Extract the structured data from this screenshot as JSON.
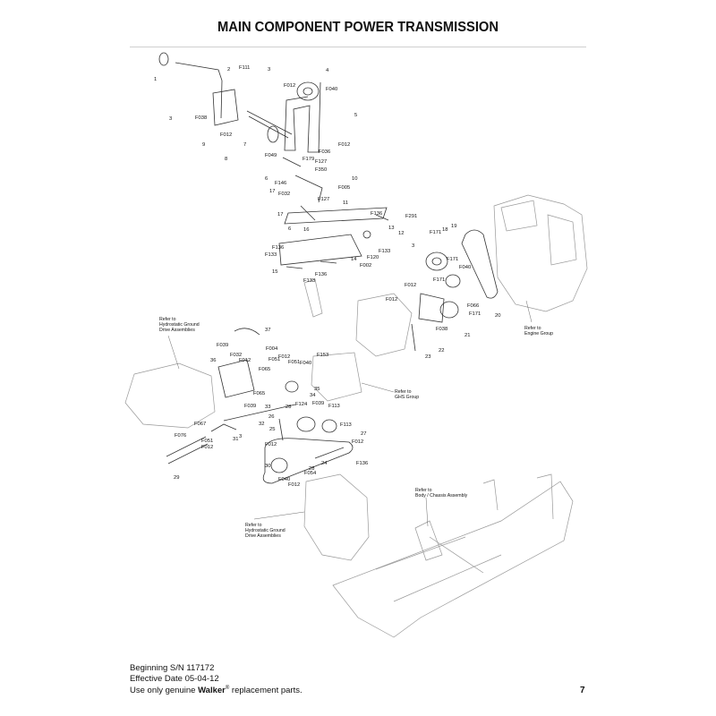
{
  "title": "MAIN COMPONENT POWER TRANSMISSION",
  "footer": {
    "line1": "Beginning S/N 117172",
    "line2": "Effective Date 05-04-12",
    "line3_pre": "Use only genuine ",
    "brand": "Walker",
    "reg": "®",
    "line3_post": " replacement parts."
  },
  "page_number": "7",
  "references": [
    {
      "lines": [
        "Refer to",
        "Hydrostatic Ground",
        "Drive Assemblies"
      ]
    },
    {
      "lines": [
        "Refer to",
        "Engine Group"
      ]
    },
    {
      "lines": [
        "Refer to",
        "GHS Group"
      ]
    },
    {
      "lines": [
        "Refer to",
        "Hydrostatic Ground",
        "Drive Assemblies"
      ]
    },
    {
      "lines": [
        "Refer to",
        "Body / Chassis Assembly"
      ]
    }
  ],
  "callouts": [
    "1",
    "2",
    "F111",
    "3",
    "4",
    "F012",
    "F040",
    "5",
    "3",
    "F038",
    "9",
    "F012",
    "7",
    "8",
    "F012",
    "F036",
    "F179",
    "F127",
    "F350",
    "F049",
    "6",
    "F146",
    "10",
    "17",
    "F005",
    "F032",
    "F127",
    "11",
    "F136",
    "F291",
    "17",
    "6",
    "16",
    "13",
    "12",
    "F136",
    "F133",
    "F120",
    "F133",
    "14",
    "F002",
    "15",
    "F136",
    "F133",
    "3",
    "F171",
    "18",
    "19",
    "F171",
    "F040",
    "F012",
    "F171",
    "F066",
    "F171",
    "20",
    "F012",
    "F038",
    "21",
    "22",
    "23",
    "37",
    "F039",
    "F004",
    "36",
    "F032",
    "F012",
    "F051",
    "F065",
    "F040",
    "F153",
    "F012",
    "F051",
    "35",
    "34",
    "F065",
    "F124",
    "F039",
    "F113",
    "33",
    "28",
    "26",
    "25",
    "F039",
    "32",
    "3",
    "31",
    "F067",
    "F076",
    "F051",
    "F012",
    "F113",
    "27",
    "F012",
    "F012",
    "F136",
    "24",
    "28",
    "F054",
    "F040",
    "F012",
    "30",
    "29"
  ]
}
